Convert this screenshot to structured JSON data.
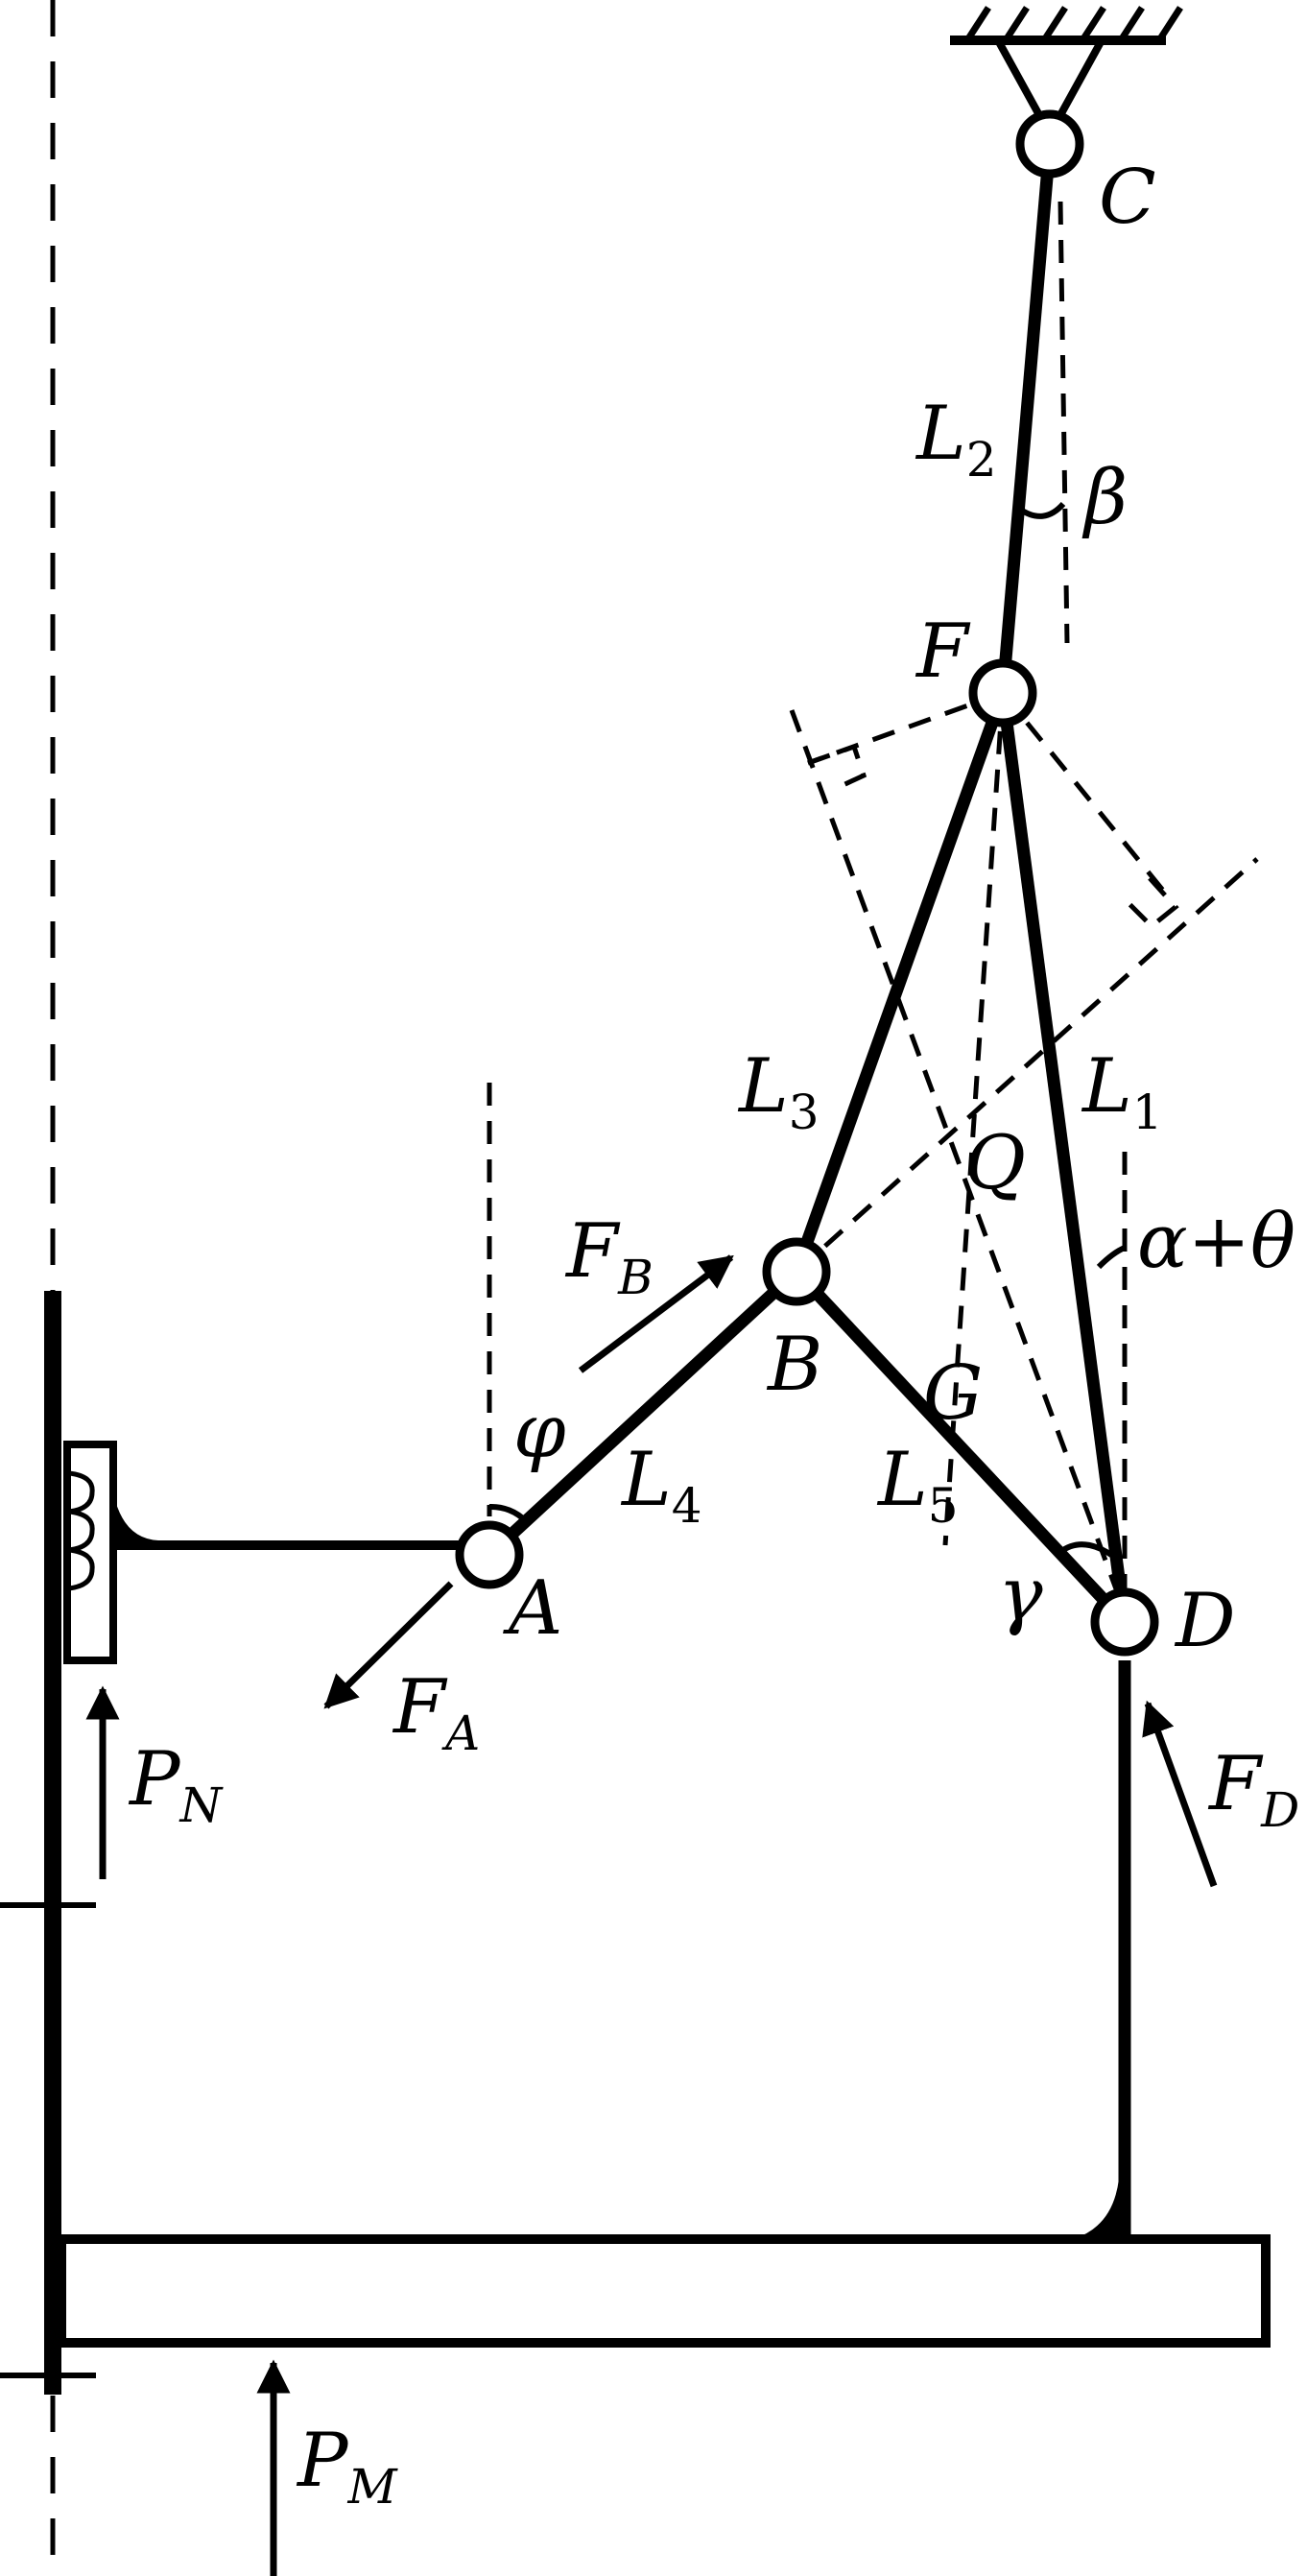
{
  "diagram": {
    "points": {
      "A": "A",
      "B": "B",
      "C": "C",
      "D": "D",
      "F": "F",
      "G": "G",
      "Q": "Q"
    },
    "links": {
      "L1": {
        "main": "L",
        "sub": "1"
      },
      "L2": {
        "main": "L",
        "sub": "2"
      },
      "L3": {
        "main": "L",
        "sub": "3"
      },
      "L4": {
        "main": "L",
        "sub": "4"
      },
      "L5": {
        "main": "L",
        "sub": "5"
      }
    },
    "angles": {
      "beta": "β",
      "phi": "φ",
      "gamma": "γ",
      "alpha_theta": "α+θ"
    },
    "forces": {
      "FA": {
        "main": "F",
        "sub": "A"
      },
      "FB": {
        "main": "F",
        "sub": "B"
      },
      "FD": {
        "main": "F",
        "sub": "D"
      },
      "PN": {
        "main": "P",
        "sub": "N"
      },
      "PM": {
        "main": "P",
        "sub": "M"
      }
    },
    "colors": {
      "ink": "#000000",
      "background": "#ffffff"
    }
  }
}
